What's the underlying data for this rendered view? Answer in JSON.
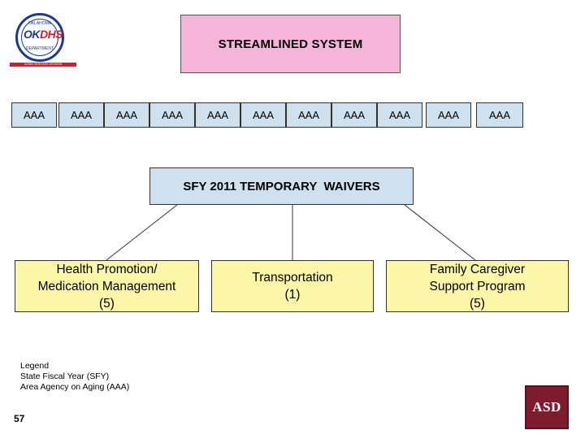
{
  "logos": {
    "okdhs": {
      "top_text": "OKLAHOMA",
      "brand_ok": "OK",
      "brand_dhs": "DHS",
      "bottom_text": "DEPARTMENT",
      "tagline": "AGING SERVICES DIVISION"
    },
    "asd": {
      "text": "ASD"
    }
  },
  "top_box": {
    "label": "STREAMLINED SYSTEM"
  },
  "aaa_row": [
    "AAA",
    "AAA",
    "AAA",
    "AAA",
    "AAA",
    "AAA",
    "AAA",
    "AAA",
    "AAA",
    "AAA",
    "AAA"
  ],
  "waivers_box": {
    "label": "SFY 2011 TEMPORARY  WAIVERS"
  },
  "waiver_items": [
    {
      "lines": [
        "Health Promotion/",
        "Medication Management",
        "(5)"
      ]
    },
    {
      "lines": [
        "Transportation",
        "(1)"
      ]
    },
    {
      "lines": [
        "Family Caregiver",
        "Support Program",
        "(5)"
      ]
    }
  ],
  "legend": [
    "Legend",
    "State Fiscal Year (SFY)",
    "Area Agency on Aging (AAA)"
  ],
  "page_number": "57",
  "colors": {
    "title_fill": "#f4b5d8",
    "aaa_fill": "#cfe0ef",
    "waiver_fill": "#fbf6a8",
    "logo_blue": "#1b3b8c",
    "logo_red": "#c8202f",
    "asd_maroon": "#7d1c2c"
  }
}
